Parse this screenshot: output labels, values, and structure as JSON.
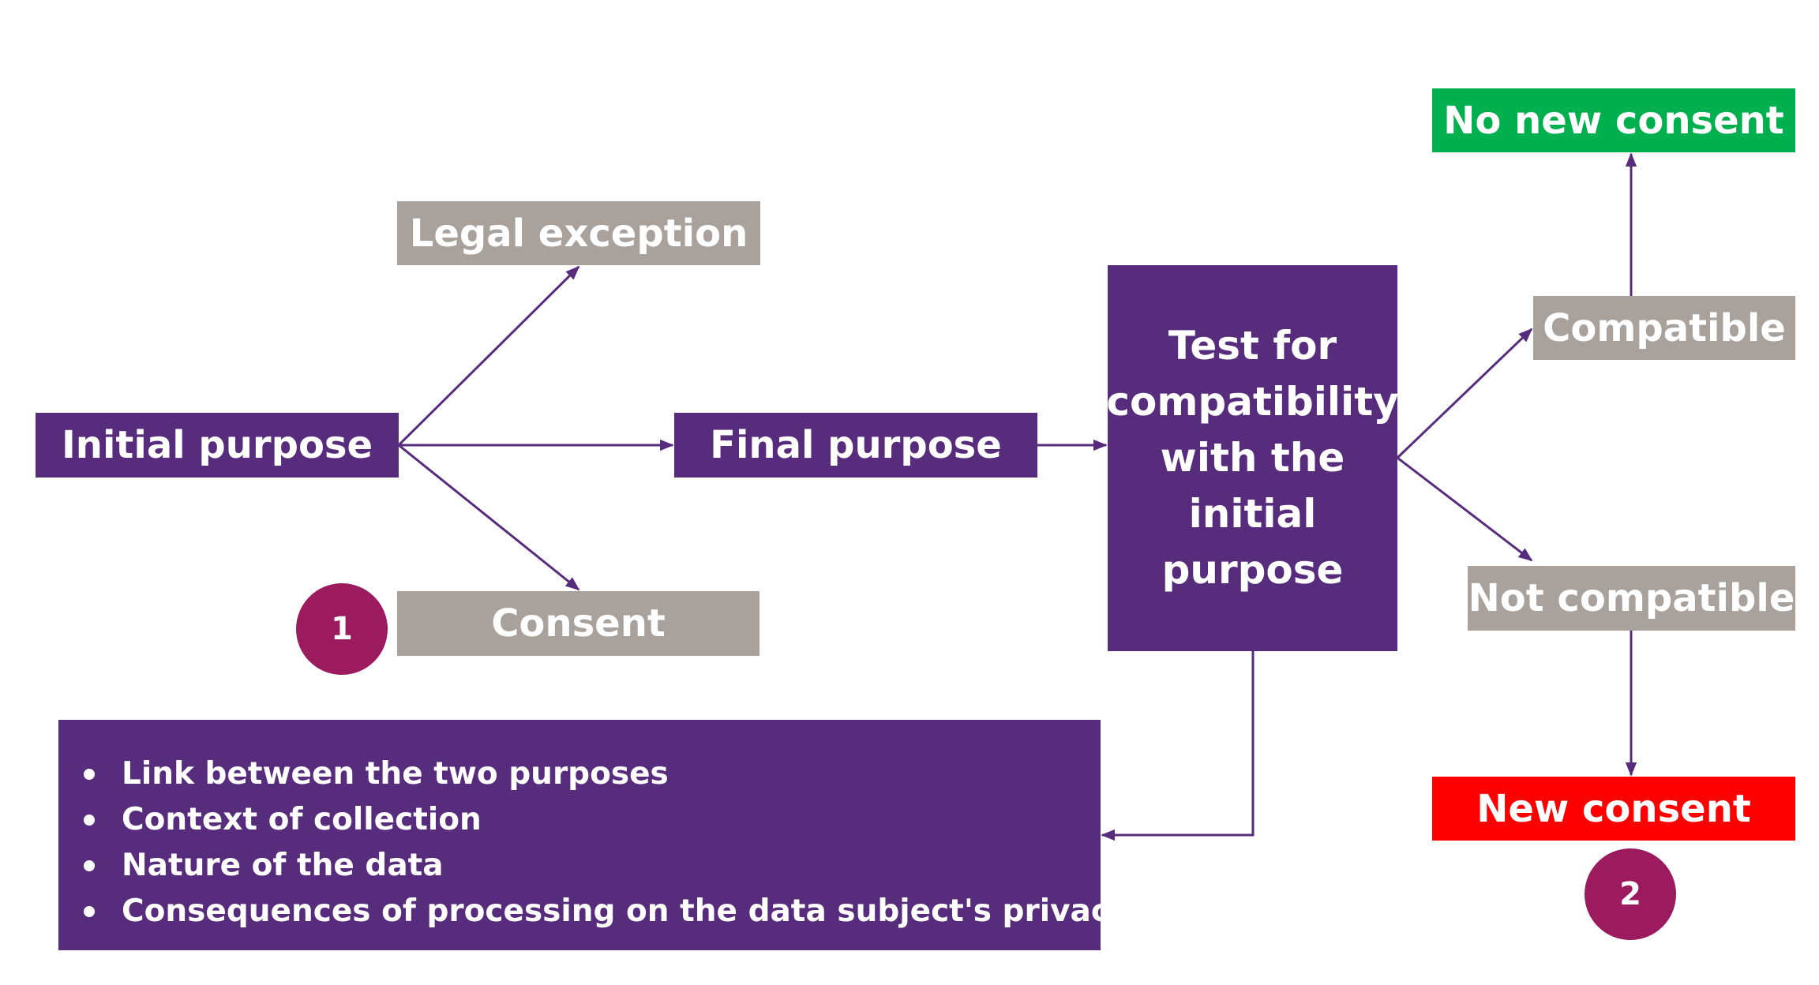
{
  "nodes": {
    "initial_purpose": "Initial purpose",
    "legal_exception": "Legal exception",
    "consent": "Consent",
    "final_purpose": "Final purpose",
    "test_compatibility": "Test for compatibility with the initial purpose",
    "no_new_consent": "No new consent",
    "compatible": "Compatible",
    "not_compatible": "Not compatible",
    "new_consent": "New consent"
  },
  "badges": {
    "one": "1",
    "two": "2"
  },
  "criteria": [
    "Link between the two purposes",
    "Context of collection",
    "Nature of the data",
    "Consequences of processing on the data subject's privacy"
  ],
  "colors": {
    "purple": "#572c7c",
    "grey": "#a9a19b",
    "green": "#00b04f",
    "red": "#ff0000",
    "badge": "#9b1b5e"
  }
}
